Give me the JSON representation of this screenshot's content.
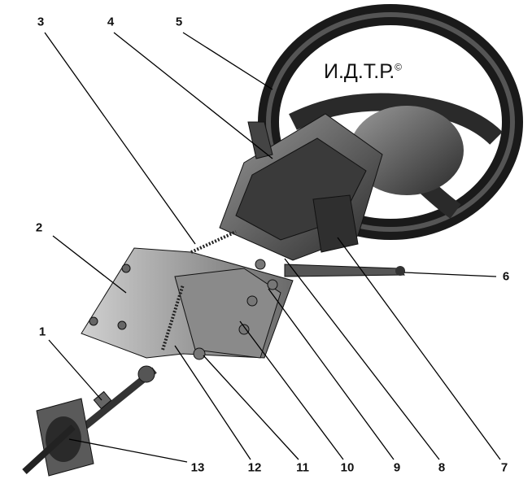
{
  "watermark": {
    "text": "И.Д.Т.Р.",
    "mark": "©"
  },
  "callouts": [
    {
      "id": "1",
      "label": "1"
    },
    {
      "id": "2",
      "label": "2"
    },
    {
      "id": "3",
      "label": "3"
    },
    {
      "id": "4",
      "label": "4"
    },
    {
      "id": "5",
      "label": "5"
    },
    {
      "id": "6",
      "label": "6"
    },
    {
      "id": "7",
      "label": "7"
    },
    {
      "id": "8",
      "label": "8"
    },
    {
      "id": "9",
      "label": "9"
    },
    {
      "id": "10",
      "label": "10"
    },
    {
      "id": "11",
      "label": "11"
    },
    {
      "id": "12",
      "label": "12"
    },
    {
      "id": "13",
      "label": "13"
    }
  ]
}
